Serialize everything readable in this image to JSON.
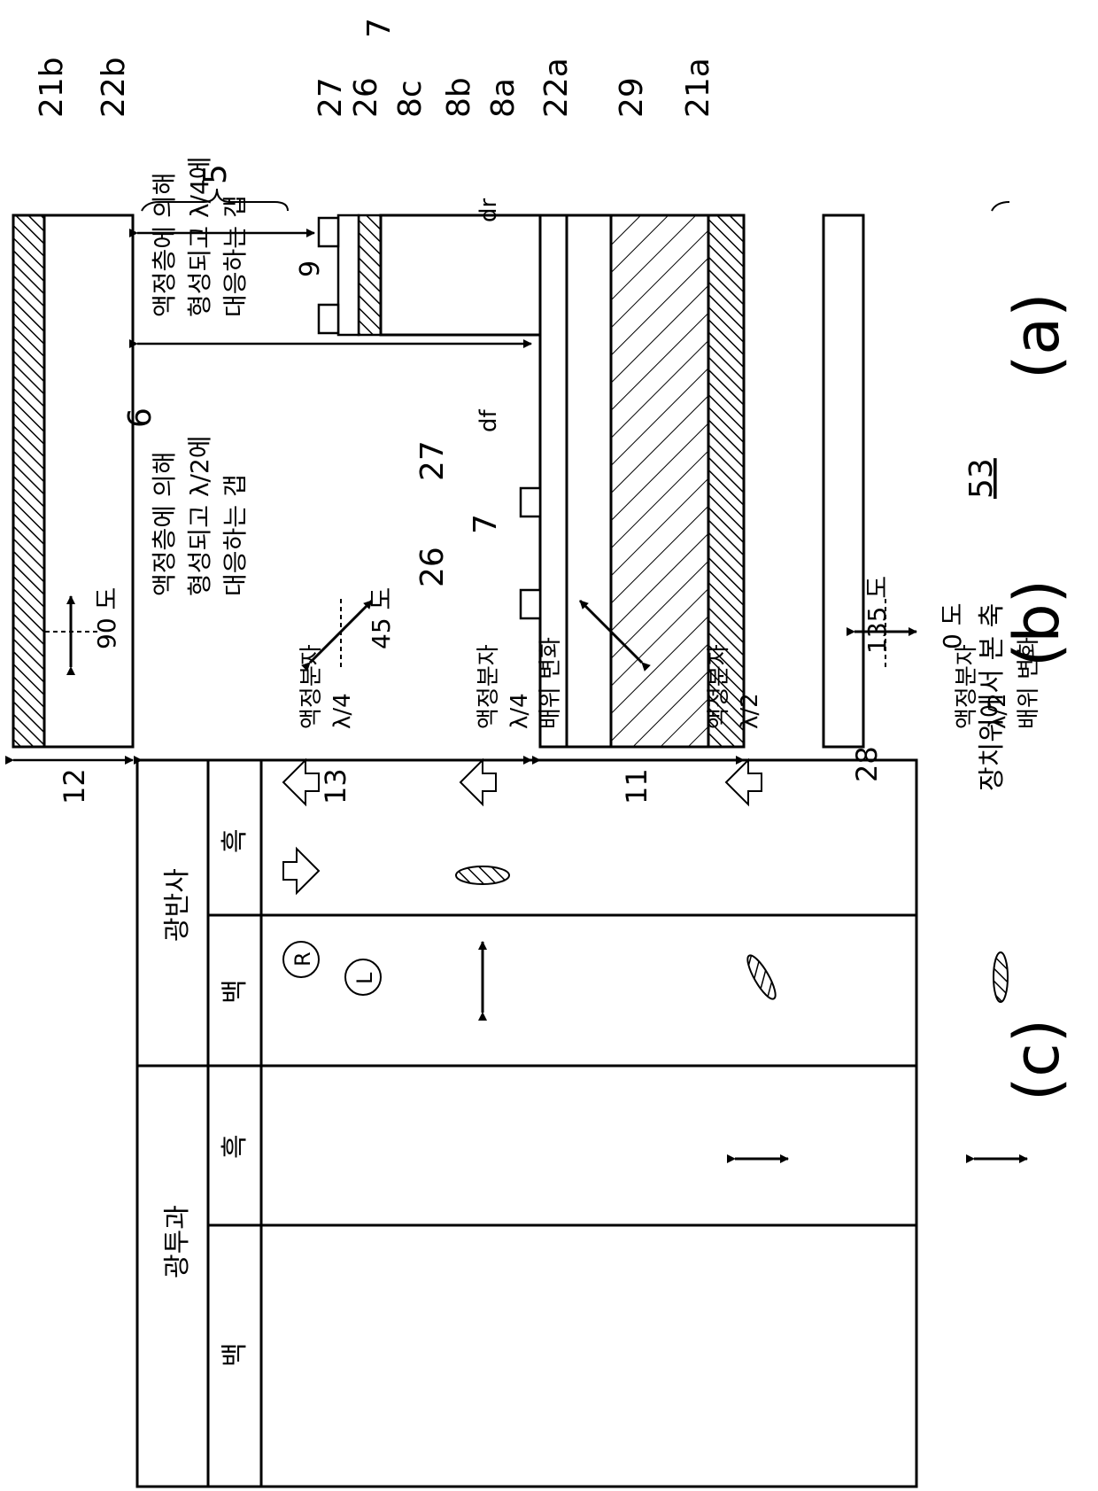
{
  "panel_labels": {
    "a": "(a)",
    "b": "(b)",
    "c": "(c)"
  },
  "figure_number": "53",
  "ref_labels": {
    "r21a": "21a",
    "r29": "29",
    "r22a": "22a",
    "r8a": "8a",
    "r8b": "8b",
    "r8c": "8c",
    "r26": "26",
    "r27": "27",
    "r7": "7",
    "r22b": "22b",
    "r21b": "21b",
    "r5": "5",
    "r6": "6",
    "r9": "9",
    "r28": "28",
    "r11": "11",
    "r12": "12",
    "r13": "13",
    "r27b": "27",
    "r26b": "26",
    "r7b": "7"
  },
  "gap_labels": {
    "dr": "dr",
    "df": "df"
  },
  "region_text": {
    "reflective": [
      "액정층에 의해",
      "형성되고 λ/4에",
      "대응하는 갭"
    ],
    "transmissive": [
      "액정층에 의해",
      "형성되고 λ/2에",
      "대응하는 갭"
    ]
  },
  "panel_b": {
    "title": "장치위에서 본 축",
    "angles": [
      "90 도",
      "45 도",
      "135 도",
      "0 도"
    ]
  },
  "panel_c": {
    "header_reflect": "광반사",
    "header_transmit": "광투과",
    "black": "흑",
    "white": "백",
    "circ_r": "R",
    "circ_l": "L",
    "lc_label": "액정분자",
    "lambda4": "λ/4",
    "lambda2": "λ/2",
    "twice": "배위 변화"
  }
}
